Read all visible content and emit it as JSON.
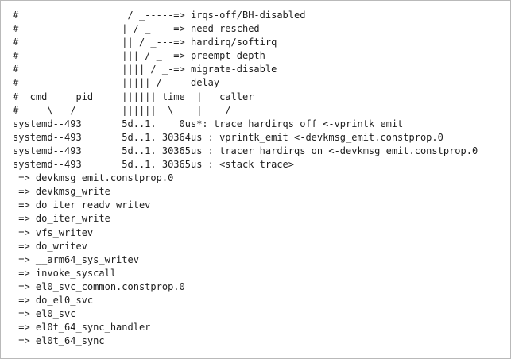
{
  "trace_output": {
    "header_lines": [
      "#                   / _-----=> irqs-off/BH-disabled",
      "#                  | / _----=> need-resched",
      "#                  || / _---=> hardirq/softirq",
      "#                  ||| / _--=> preempt-depth",
      "#                  |||| / _-=> migrate-disable",
      "#                  ||||| /     delay",
      "#  cmd     pid     |||||| time  |   caller",
      "#     \\   /        ||||||  \\    |    /"
    ],
    "event_lines": [
      "systemd--493       5d..1.    0us*: trace_hardirqs_off <-vprintk_emit",
      "systemd--493       5d..1. 30364us : vprintk_emit <-devkmsg_emit.constprop.0",
      "systemd--493       5d..1. 30365us : tracer_hardirqs_on <-devkmsg_emit.constprop.0",
      "systemd--493       5d..1. 30365us : <stack trace>"
    ],
    "stack_trace": [
      " => devkmsg_emit.constprop.0",
      " => devkmsg_write",
      " => do_iter_readv_writev",
      " => do_iter_write",
      " => vfs_writev",
      " => do_writev",
      " => __arm64_sys_writev",
      " => invoke_syscall",
      " => el0_svc_common.constprop.0",
      " => do_el0_svc",
      " => el0_svc",
      " => el0t_64_sync_handler",
      " => el0t_64_sync"
    ]
  }
}
